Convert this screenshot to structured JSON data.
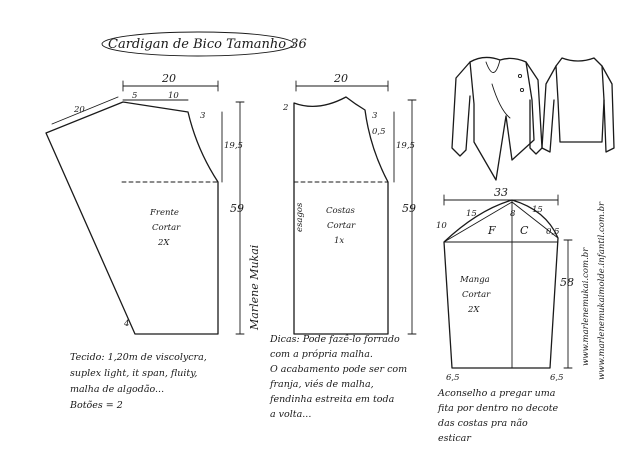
{
  "title": "Cardigan de Bico Tamanho 36",
  "front": {
    "label": [
      "Frente",
      "Cortar",
      "2X"
    ],
    "dims": {
      "width": "20",
      "shoulder_left": "5",
      "shoulder_right": "10",
      "sleeve_edge": "20",
      "d3": "3",
      "armhole": "19,5",
      "length": "59",
      "corner": "4"
    }
  },
  "back": {
    "label": [
      "Costas",
      "Cortar",
      "1x"
    ],
    "dims": {
      "width": "20",
      "neck": "2",
      "d3": "3",
      "d05": "0,5",
      "armhole": "19,5",
      "length": "59"
    },
    "fold_label": "esagos"
  },
  "sleeve": {
    "label": [
      "Manga",
      "Cortar",
      "2X"
    ],
    "sections": [
      "F",
      "C"
    ],
    "dims": {
      "width": "33",
      "left_cap": "15",
      "d8": "8",
      "right_cap": "15",
      "d05_right": "0,5",
      "height_left": "10",
      "length": "58",
      "cuff_left": "6,5",
      "cuff_right": "6,5"
    }
  },
  "notes": {
    "fabric": [
      "Tecido: 1,20m de viscolycra,",
      "suplex light, it span, fluity,",
      "malha de algodão...",
      "Botões = 2"
    ],
    "tips": [
      "Dicas: Pode fazê-lo forrado",
      "com a própria malha.",
      "O acabamento pode ser com",
      "franja, viés de malha,",
      "fendinha estreita em toda",
      "a volta..."
    ],
    "advice": [
      "Aconselho a pregar uma",
      "fita por dentro no decote",
      "das costas pra não",
      "esticar"
    ]
  },
  "signature": "Marlene Mukai",
  "websites": [
    "www.marlenemukai.com.br",
    "www.marlenemukaimolde.infantil.com.br"
  ]
}
